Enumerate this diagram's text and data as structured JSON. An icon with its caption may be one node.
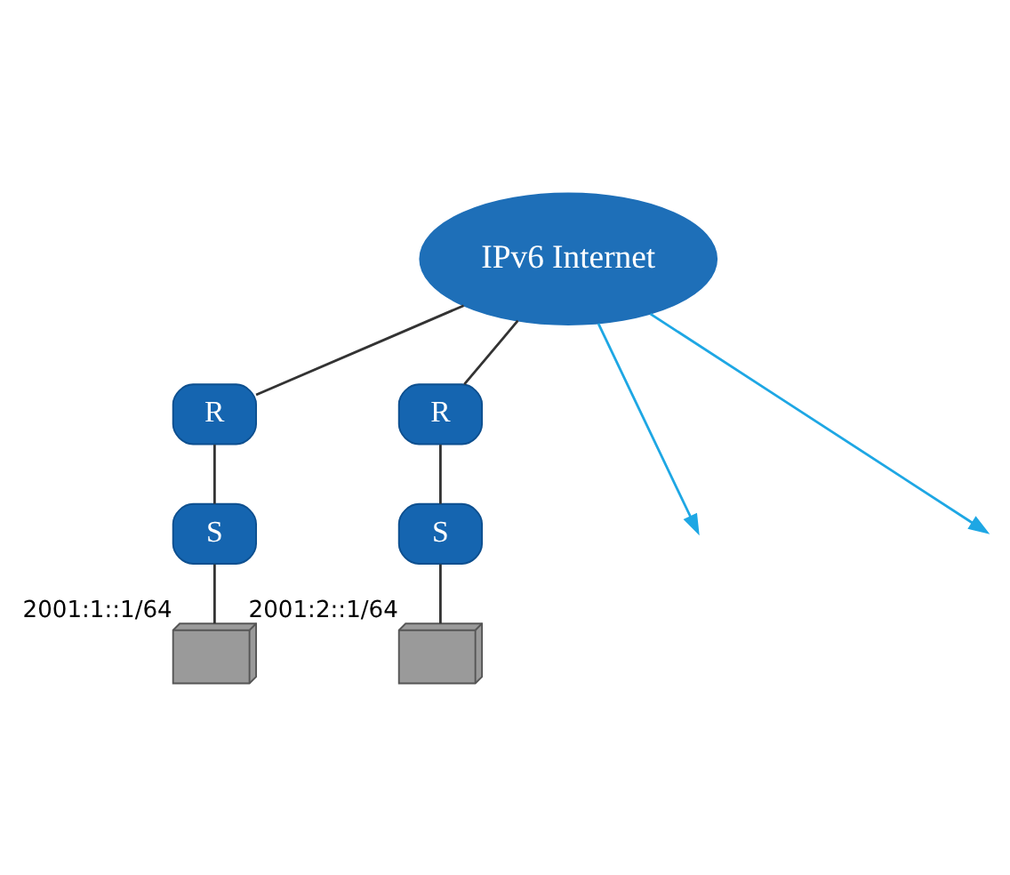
{
  "diagram": {
    "nodes": [
      {
        "text": [
          "IPv6 Internet"
        ]
      },
      {
        "text": [
          "R"
        ]
      },
      {
        "text": [
          "R"
        ]
      },
      {
        "text": [
          "S"
        ]
      },
      {
        "text": [
          "S"
        ]
      },
      {
        "text": [],
        "shape": "computer",
        "beside": [
          "2001:1::1/64"
        ]
      },
      {
        "text": [],
        "shape": "computer",
        "beside": [
          "2001:2::1/64"
        ]
      }
    ],
    "edges": [
      {
        "from": 0,
        "to": 1,
        "arrow": "none"
      },
      {
        "from": 0,
        "to": 2,
        "arrow": "none"
      },
      {
        "from": 1,
        "to": 3,
        "arrow": "none"
      },
      {
        "from": 2,
        "to": 4,
        "arrow": "none"
      },
      {
        "from": 3,
        "to": 5,
        "arrow": "none"
      },
      {
        "from": 4,
        "to": 6,
        "arrow": "none"
      },
      {
        "from": 0,
        "to": null,
        "arrow": "to",
        "color": "#1ea7e4"
      },
      {
        "from": 0,
        "to": null,
        "arrow": "to",
        "color": "#1ea7e4"
      }
    ]
  }
}
